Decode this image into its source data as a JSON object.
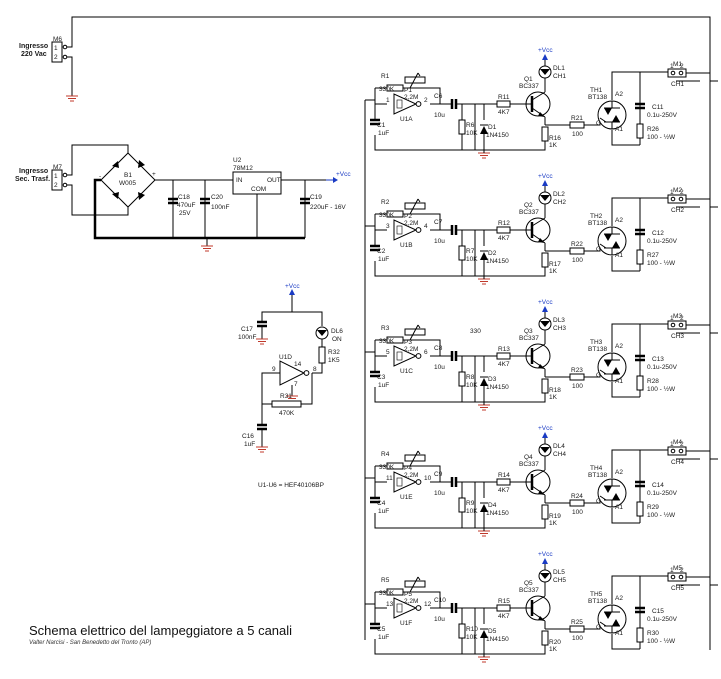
{
  "title": "Schema elettrico del lampeggiatore a 5 canali",
  "author": "Valter Narcisi - San Benedetto del Tronto (AP)",
  "input_220": {
    "ref": "M6",
    "label1": "Ingresso",
    "label2": "220 Vac",
    "pin1": "1",
    "pin2": "2"
  },
  "input_trasf": {
    "ref": "M7",
    "label1": "Ingresso",
    "label2": "Sec. Trasf.",
    "pin1": "1",
    "pin2": "2"
  },
  "bridge": {
    "ref": "B1",
    "part": "W005",
    "plus": "+",
    "minus": "-",
    "ac": "~"
  },
  "c18": {
    "ref": "C18",
    "v1": "470uF",
    "v2": "25V"
  },
  "c20": {
    "ref": "C20",
    "v1": "100nF"
  },
  "reg": {
    "ref": "U2",
    "part": "78M12",
    "in": "IN",
    "out": "OUT",
    "com": "COM"
  },
  "c19": {
    "ref": "C19",
    "v1": "220uF - 16V"
  },
  "vcc": "+Vcc",
  "osc": {
    "c17": "C17",
    "c17v": "100nF",
    "dl6": "DL6",
    "dl6v": "ON",
    "r32": "R32",
    "r32v": "1K5",
    "u1d": "U1D",
    "pin9": "9",
    "pin8": "8",
    "pin14": "14",
    "pin7": "7",
    "r31": "R31",
    "r31v": "470K",
    "c16": "C16",
    "c16v": "1uF",
    "ic_note": "U1-U6 = HEF40106BP"
  },
  "stray_label": "330",
  "channels": [
    {
      "r1": "R1",
      "r1v": "330K",
      "p": "P1",
      "pv": "2,2M",
      "u": "U1A",
      "pin_in": "1",
      "pin_out": "2",
      "cin": "C1",
      "cinv": "1uF",
      "cc": "C6",
      "ccv": "10u",
      "rd": "R6",
      "rdv": "10K",
      "d": "D1",
      "dv": "1N4150",
      "rb": "R11",
      "rbv": "4K7",
      "q": "Q1",
      "qv": "BC337",
      "led": "DL1",
      "ledv": "CH1",
      "re": "R16",
      "rev": "1K",
      "rg": "R21",
      "rgv": "100",
      "th": "TH1",
      "thv": "BT138",
      "a2": "A2",
      "a1": "A1",
      "g": "G",
      "cs": "C11",
      "csv": "0.1u-250V",
      "rs": "R26",
      "rsv": "100 - ½W",
      "m": "M1",
      "mch": "CH1",
      "mp1": "1",
      "mp2": "2"
    },
    {
      "r1": "R2",
      "r1v": "330K",
      "p": "P2",
      "pv": "2,2M",
      "u": "U1B",
      "pin_in": "3",
      "pin_out": "4",
      "cin": "C2",
      "cinv": "1uF",
      "cc": "C7",
      "ccv": "10u",
      "rd": "R7",
      "rdv": "10K",
      "d": "D2",
      "dv": "1N4150",
      "rb": "R12",
      "rbv": "4K7",
      "q": "Q2",
      "qv": "BC337",
      "led": "DL2",
      "ledv": "CH2",
      "re": "R17",
      "rev": "1K",
      "rg": "R22",
      "rgv": "100",
      "th": "TH2",
      "thv": "BT138",
      "a2": "A2",
      "a1": "A1",
      "g": "G",
      "cs": "C12",
      "csv": "0.1u-250V",
      "rs": "R27",
      "rsv": "100 - ½W",
      "m": "M2",
      "mch": "CH2",
      "mp1": "1",
      "mp2": "2"
    },
    {
      "r1": "R3",
      "r1v": "330K",
      "p": "P3",
      "pv": "2,2M",
      "u": "U1C",
      "pin_in": "5",
      "pin_out": "6",
      "cin": "C3",
      "cinv": "1uF",
      "cc": "C8",
      "ccv": "10u",
      "rd": "R8",
      "rdv": "10K",
      "d": "D3",
      "dv": "1N4150",
      "rb": "R13",
      "rbv": "4K7",
      "q": "Q3",
      "qv": "BC337",
      "led": "DL3",
      "ledv": "CH3",
      "re": "R18",
      "rev": "1K",
      "rg": "R23",
      "rgv": "100",
      "th": "TH3",
      "thv": "BT138",
      "a2": "A2",
      "a1": "A1",
      "g": "G",
      "cs": "C13",
      "csv": "0.1u-250V",
      "rs": "R28",
      "rsv": "100 - ½W",
      "m": "M3",
      "mch": "CH3",
      "mp1": "1",
      "mp2": "2"
    },
    {
      "r1": "R4",
      "r1v": "330K",
      "p": "P4",
      "pv": "2,2M",
      "u": "U1E",
      "pin_in": "11",
      "pin_out": "10",
      "cin": "C4",
      "cinv": "1uF",
      "cc": "C9",
      "ccv": "10u",
      "rd": "R9",
      "rdv": "10K",
      "d": "D4",
      "dv": "1N4150",
      "rb": "R14",
      "rbv": "4K7",
      "q": "Q4",
      "qv": "BC337",
      "led": "DL4",
      "ledv": "CH4",
      "re": "R19",
      "rev": "1K",
      "rg": "R24",
      "rgv": "100",
      "th": "TH4",
      "thv": "BT138",
      "a2": "A2",
      "a1": "A1",
      "g": "G",
      "cs": "C14",
      "csv": "0.1u-250V",
      "rs": "R29",
      "rsv": "100 - ½W",
      "m": "M4",
      "mch": "CH4",
      "mp1": "1",
      "mp2": "2"
    },
    {
      "r1": "R5",
      "r1v": "330K",
      "p": "P5",
      "pv": "2,2M",
      "u": "U1F",
      "pin_in": "13",
      "pin_out": "12",
      "cin": "C5",
      "cinv": "1uF",
      "cc": "C10",
      "ccv": "10u",
      "rd": "R10",
      "rdv": "10K",
      "d": "D5",
      "dv": "1N4150",
      "rb": "R15",
      "rbv": "4K7",
      "q": "Q5",
      "qv": "BC337",
      "led": "DL5",
      "ledv": "CH5",
      "re": "R20",
      "rev": "1K",
      "rg": "R25",
      "rgv": "100",
      "th": "TH5",
      "thv": "BT138",
      "a2": "A2",
      "a1": "A1",
      "g": "G",
      "cs": "C15",
      "csv": "0.1u-250V",
      "rs": "R30",
      "rsv": "100 - ½W",
      "m": "M5",
      "mch": "CH5",
      "mp1": "1",
      "mp2": "2"
    }
  ]
}
